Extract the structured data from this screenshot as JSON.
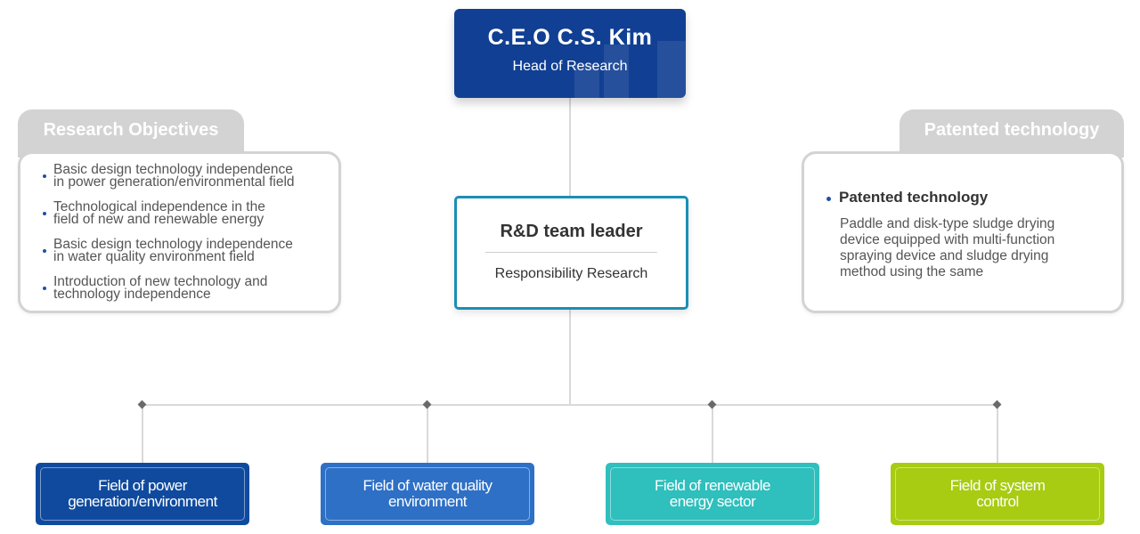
{
  "ceo": {
    "title": "C.E.O  C.S. Kim",
    "subtitle": "Head of Research",
    "color": "#113f93"
  },
  "research_objectives": {
    "tab_label": "Research Objectives",
    "items": [
      "Basic design technology independence\nin power generation/environmental field",
      "Technological independence in the\nfield of new and renewable energy",
      "Basic design technology independence\nin water quality environment field",
      "Introduction of new technology and\ntechnology independence"
    ]
  },
  "patented_technology": {
    "tab_label": "Patented technology",
    "heading": "Patented technology",
    "description": "Paddle and disk-type sludge  drying\ndevice equipped with multi-function\nspraying device and sludge drying\nmethod using the same"
  },
  "rd_team": {
    "title": "R&D team leader",
    "subtitle": "Responsibility Research",
    "border_color": "#1a8fb5"
  },
  "fields": [
    {
      "label": "Field of power\ngeneration/environment",
      "color": "#0f4a9e"
    },
    {
      "label": "Field of water quality\nenvironment",
      "color": "#2e70c5"
    },
    {
      "label": "Field of renewable\nenergy sector",
      "color": "#2fbfbd"
    },
    {
      "label": "Field of system\ncontrol",
      "color": "#a7cc12"
    }
  ]
}
